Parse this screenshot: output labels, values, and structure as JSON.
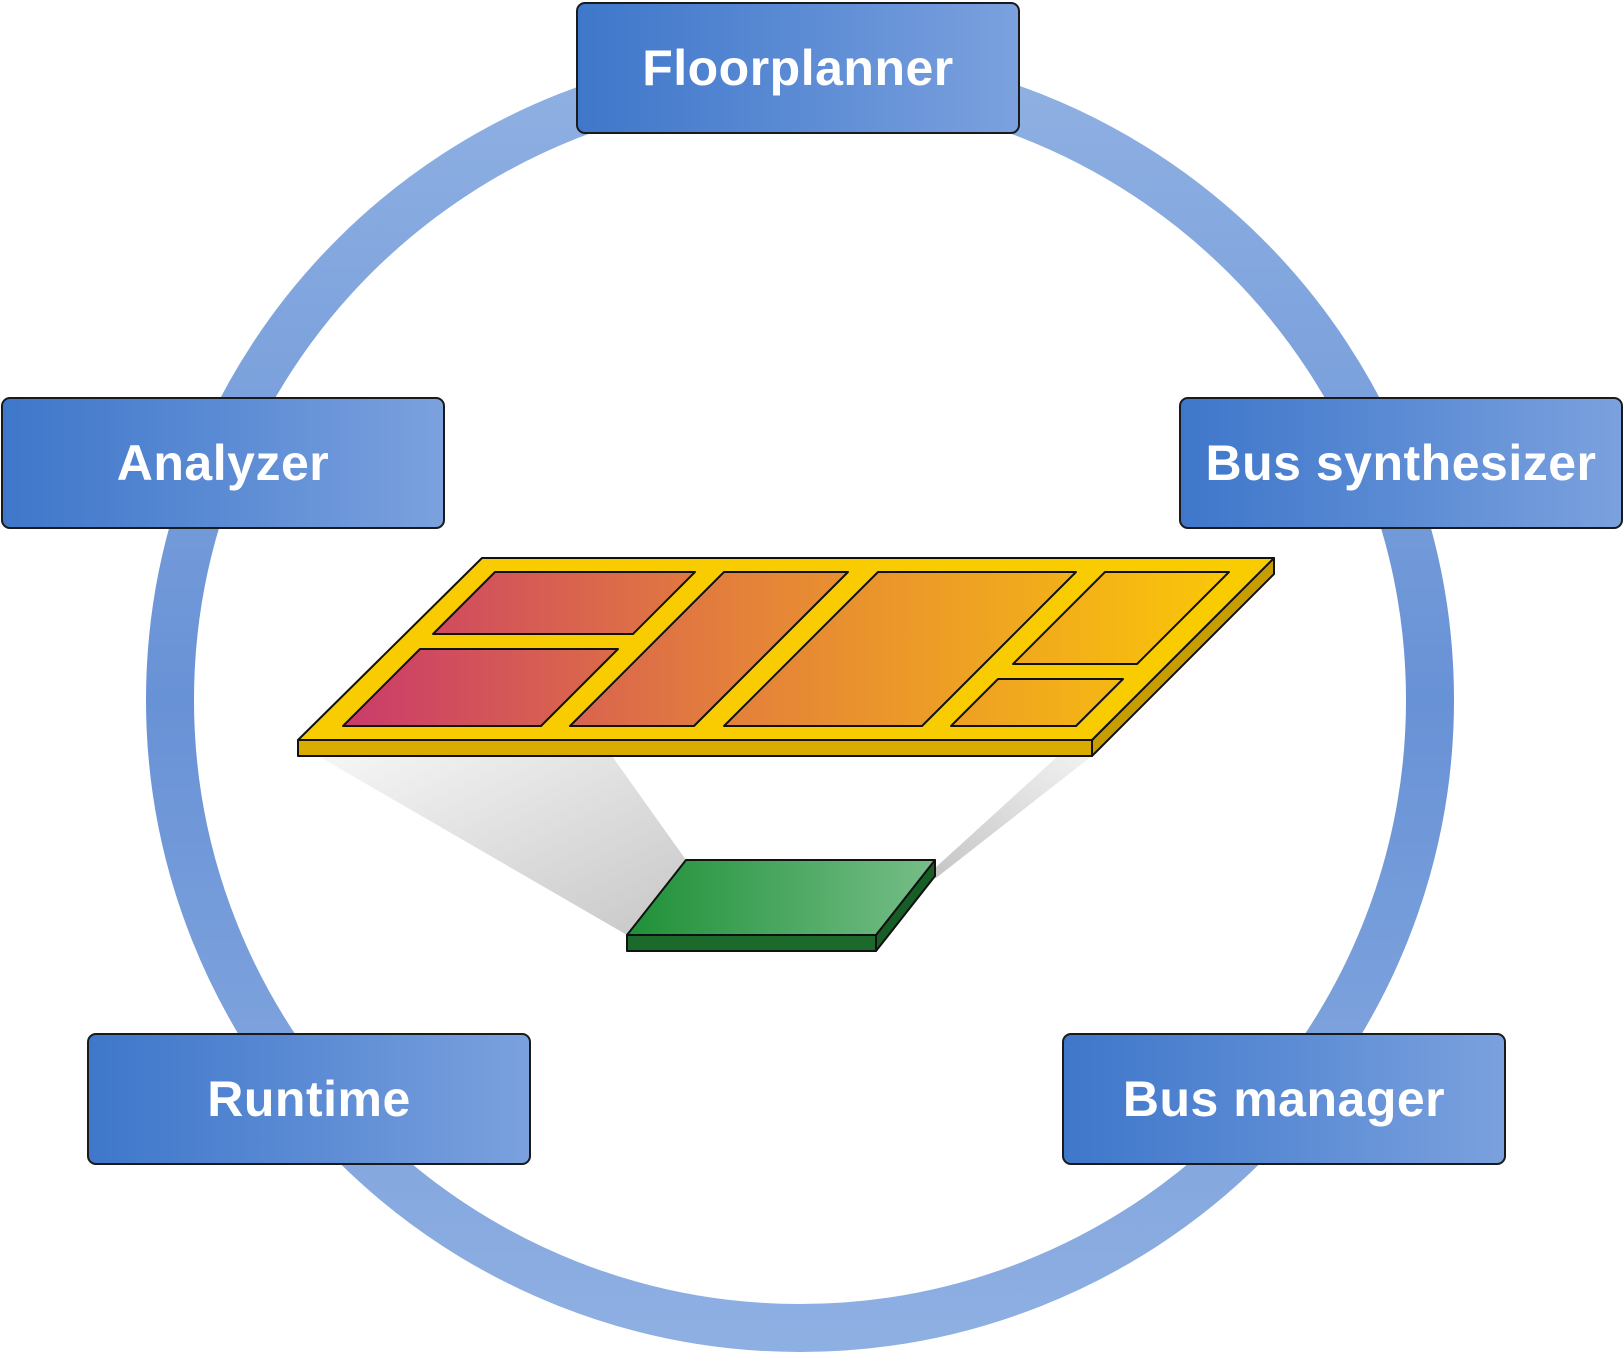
{
  "stages": {
    "floorplanner": "Floorplanner",
    "analyzer": "Analyzer",
    "bus_synthesizer": "Bus synthesizer",
    "runtime": "Runtime",
    "bus_manager": "Bus manager"
  },
  "colors": {
    "ring": "#7199d9",
    "box_gradient_start": "#3f77ca",
    "box_gradient_end": "#7ba1de",
    "fpga_frame": "#f8cc00",
    "fpga_region_gradient_start": "#c93a6b",
    "fpga_region_gradient_end": "#f9c20a",
    "small_chip_start": "#1f9038",
    "small_chip_end": "#74bd86"
  }
}
